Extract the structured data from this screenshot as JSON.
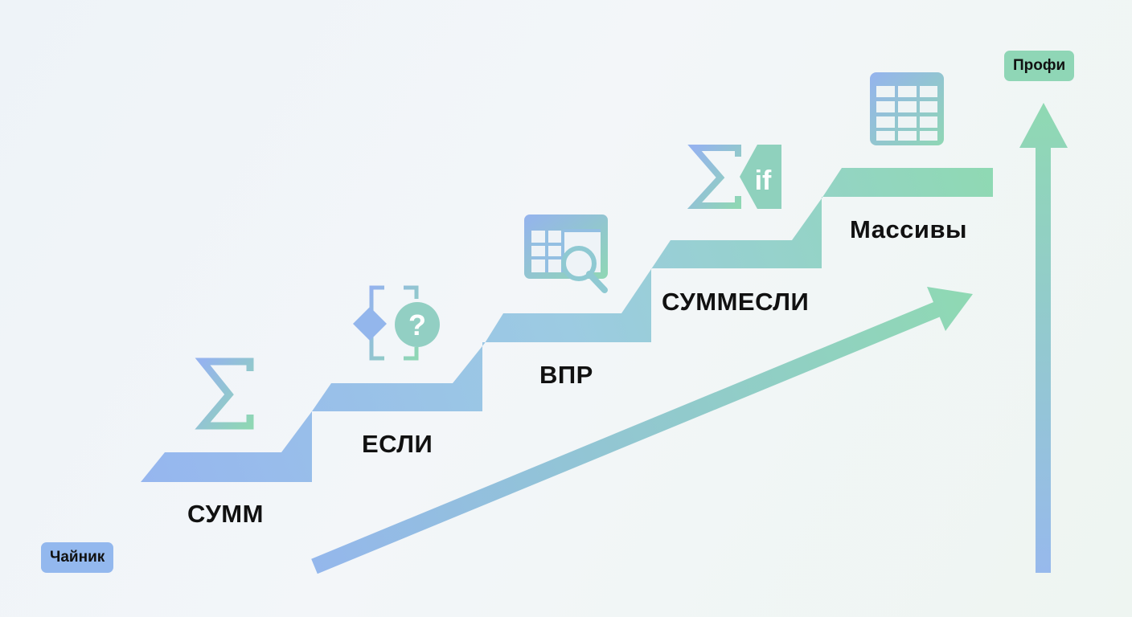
{
  "steps": [
    {
      "label": "СУММ",
      "icon": "sum-icon"
    },
    {
      "label": "ЕСЛИ",
      "icon": "if-question-icon"
    },
    {
      "label": "ВПР",
      "icon": "table-search-icon"
    },
    {
      "label": "СУММЕСЛИ",
      "icon": "sumif-icon"
    },
    {
      "label": "Массивы",
      "icon": "grid-table-icon"
    }
  ],
  "scale": {
    "start": "Чайник",
    "end": "Профи"
  },
  "sumif_icon_text": "if",
  "colors": {
    "blue": "#93b4ee",
    "green": "#8ed8b2",
    "text": "#111111",
    "background": "#f1f5f8"
  }
}
